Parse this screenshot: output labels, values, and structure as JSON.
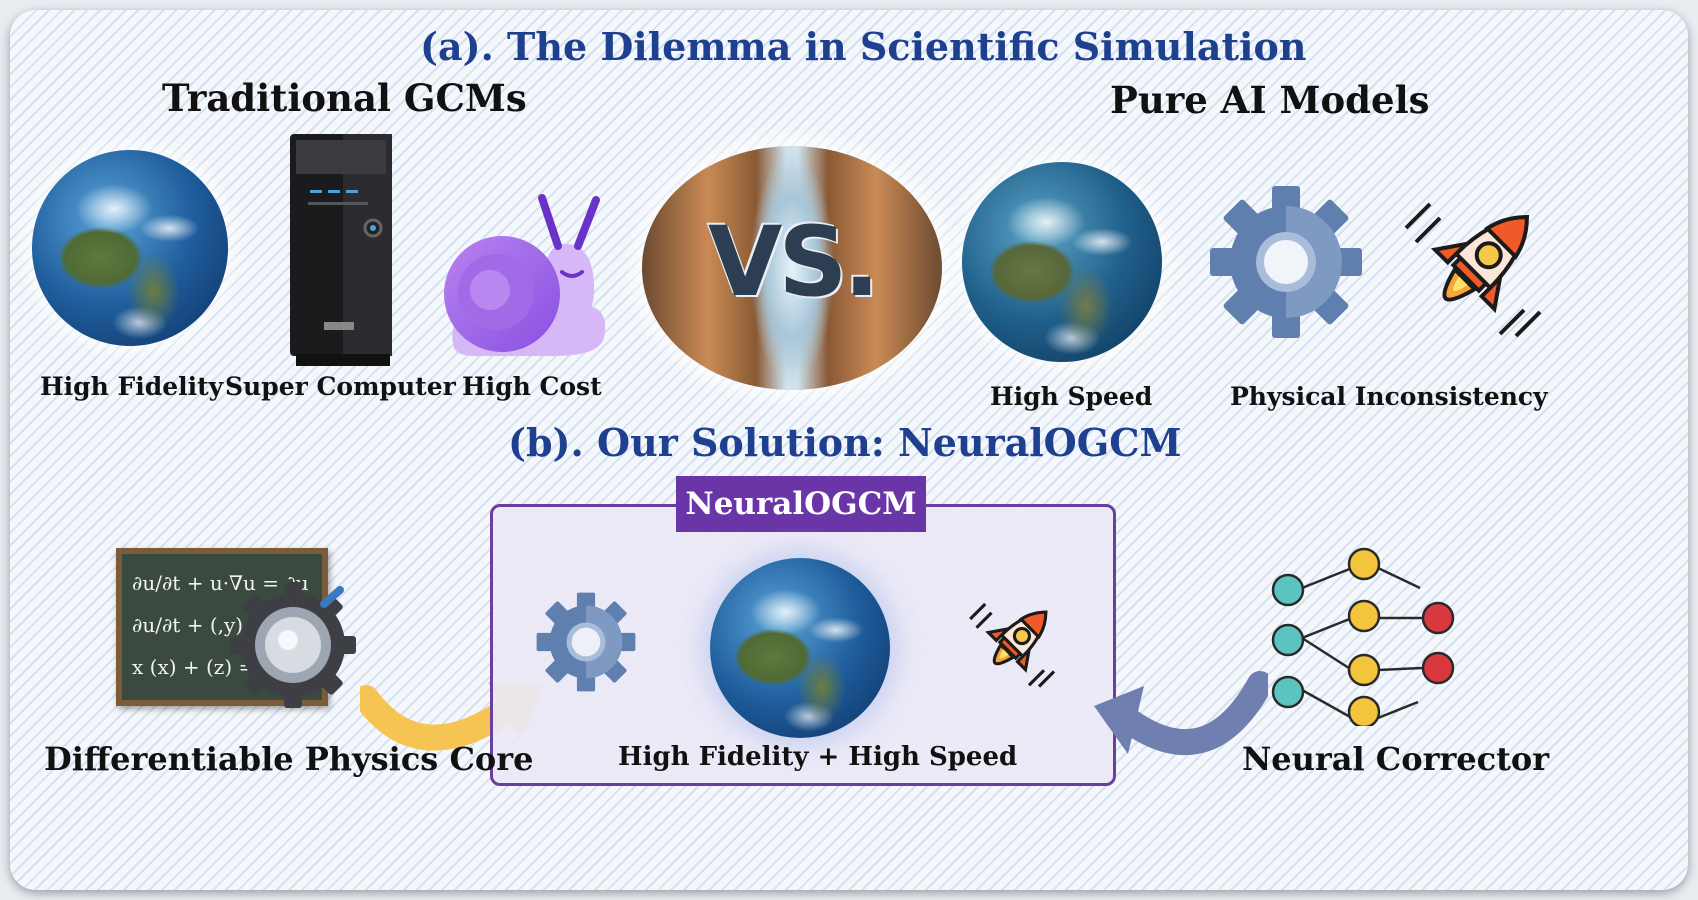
{
  "section_a": {
    "title": "(a). The Dilemma in Scientific Simulation",
    "traditional": {
      "heading": "Traditional GCMs",
      "labels": [
        "High Fidelity",
        "Super Computer",
        "High Cost"
      ]
    },
    "vs_text": "VS.",
    "pure_ai": {
      "heading": "Pure AI Models",
      "labels": [
        "High Speed",
        "Physical Inconsistency"
      ]
    }
  },
  "section_b": {
    "title": "(b). Our Solution: NeuralOGCM",
    "box_tag": "NeuralOGCM",
    "box_caption": "High Fidelity + High Speed",
    "left_label": "Differentiable Physics Core",
    "right_label": "Neural Corrector",
    "chalkboard_lines": [
      "∂u/∂t + u·∇u = ∂u",
      "∂u/∂t + (,y) = ···",
      "x (x) + (z) = ··"
    ]
  },
  "colors": {
    "heading_blue": "#1f3f8f",
    "purple": "#6a35a6",
    "gear_blue": "#5f7fae",
    "rocket_orange": "#f05a28",
    "arrow_yellow": "#f6c453",
    "arrow_slate": "#6f7fb0",
    "node_teal": "#5bc4c0",
    "node_yellow": "#f2c53d",
    "node_red": "#d9383f"
  }
}
